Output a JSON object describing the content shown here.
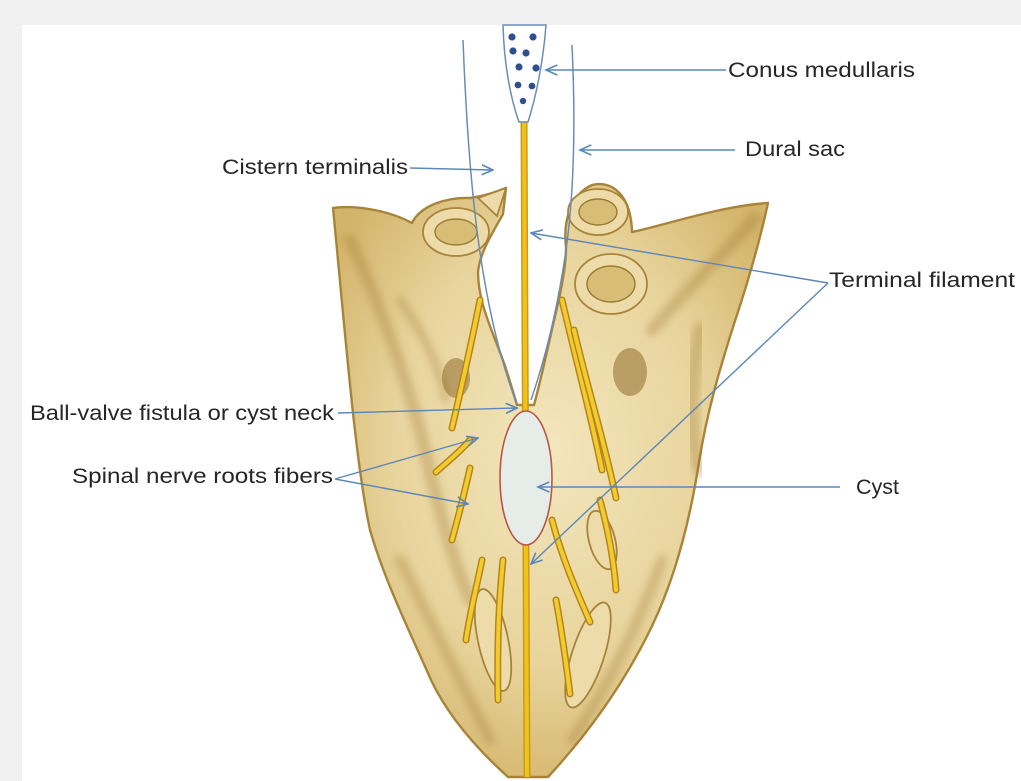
{
  "figure": {
    "labels": {
      "conus_medullaris": "Conus medullaris",
      "dural_sac": "Dural sac",
      "cistern_terminalis": "Cistern terminalis",
      "terminal_filament": "Terminal filament",
      "ball_valve_fistula": "Ball-valve fistula or cyst neck",
      "spinal_nerve_roots": "Spinal nerve roots fibers",
      "cyst": "Cyst"
    },
    "colors": {
      "bone": "#e8d49c",
      "bone_outline": "#a8843a",
      "filament": "#f1c21b",
      "leader_lines": "#5b87b9",
      "conus_dots": "#2f4f8f",
      "cyst_fill": "#e6ece7",
      "cyst_outline": "#b5584a"
    }
  }
}
